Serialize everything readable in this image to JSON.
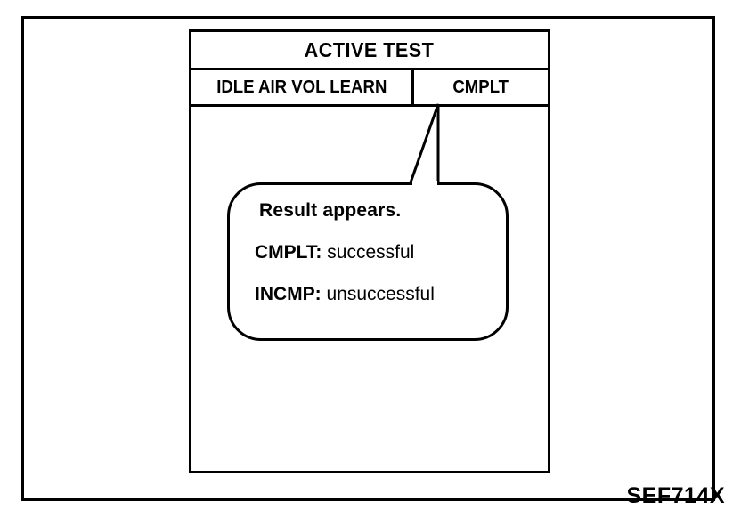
{
  "figure": {
    "id_label": "SEF714X",
    "background_color": "#ffffff",
    "line_color": "#000000"
  },
  "tool_panel": {
    "title": "ACTIVE TEST",
    "row": {
      "item_label": "IDLE AIR VOL LEARN",
      "value_label": "CMPLT"
    }
  },
  "callout": {
    "points_to": "CMPLT",
    "line_1": "Result appears.",
    "line_2_key": "CMPLT:",
    "line_2_value": " successful",
    "line_3_key": "INCMP:",
    "line_3_value": " unsuccessful"
  }
}
